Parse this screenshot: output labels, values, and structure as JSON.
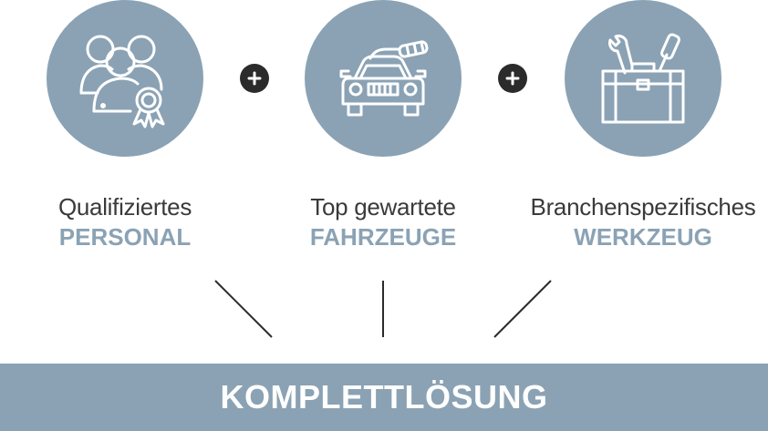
{
  "colors": {
    "accent": "#8aa2b4",
    "dark": "#2b2b2b",
    "text": "#3a3a3a",
    "white": "#ffffff"
  },
  "items": [
    {
      "icon": "people-award-icon",
      "line1": "Qualifiziertes",
      "line2": "PERSONAL"
    },
    {
      "icon": "car-screwdriver-icon",
      "line1": "Top gewartete",
      "line2": "FAHRZEUGE"
    },
    {
      "icon": "toolbox-icon",
      "line1": "Branchenspezifisches",
      "line2": "WERKZEUG"
    }
  ],
  "operators": [
    {
      "icon": "plus-icon"
    },
    {
      "icon": "plus-icon"
    }
  ],
  "result": {
    "label": "KOMPLETTLÖSUNG"
  }
}
